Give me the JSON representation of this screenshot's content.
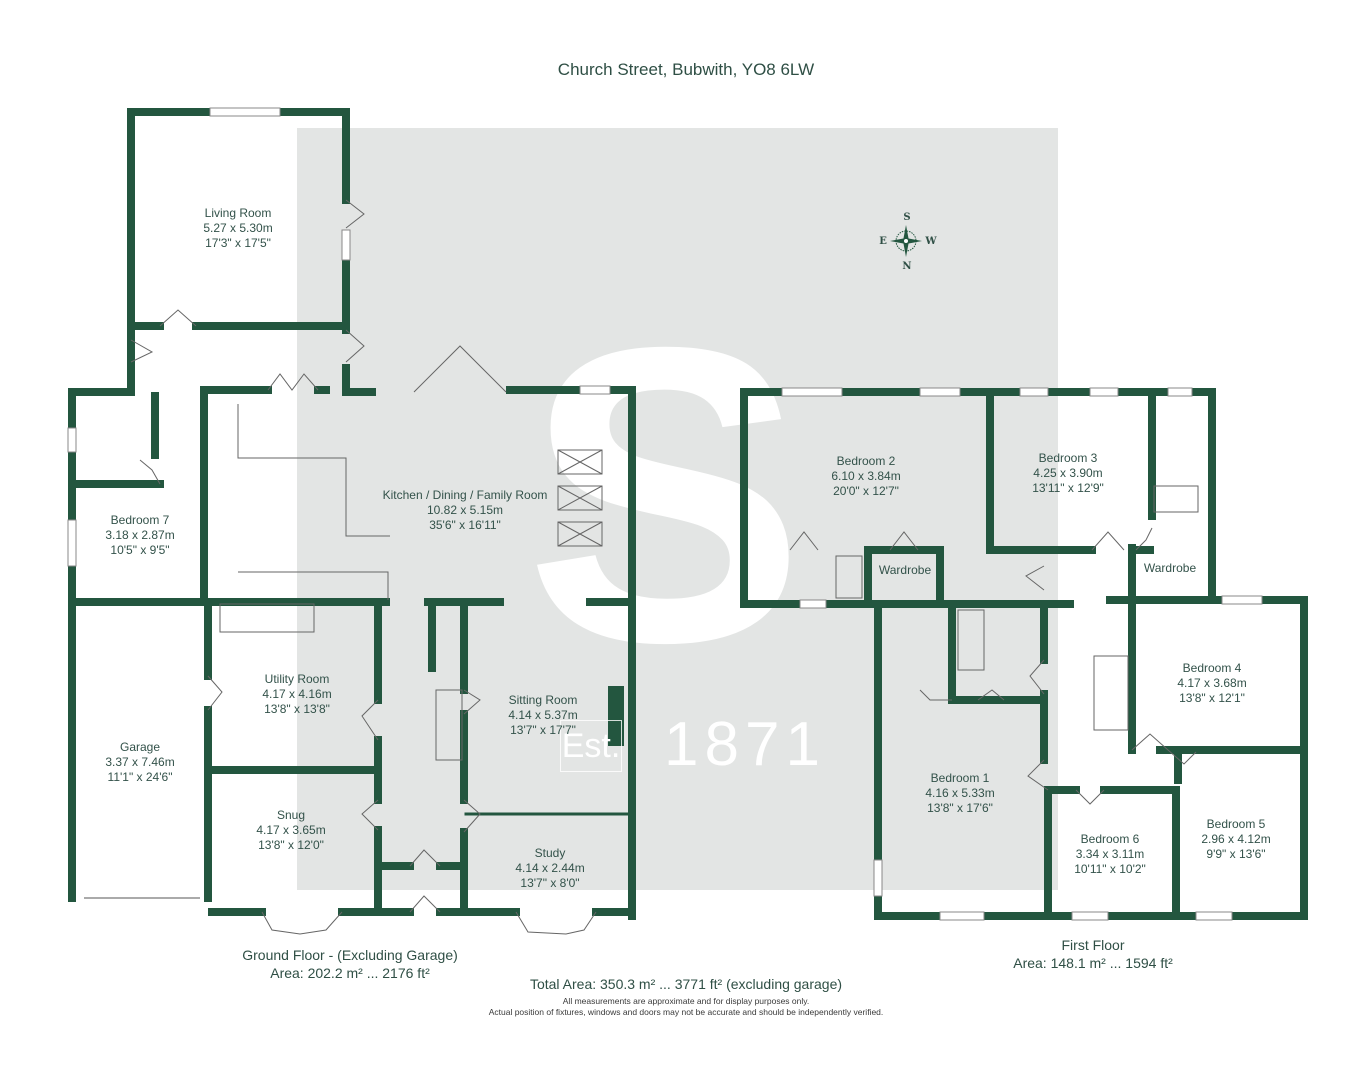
{
  "header": {
    "address": "Church Street, Bubwith, YO8 6LW"
  },
  "brand": {
    "logo_letter": "S",
    "est_label": "Est.",
    "est_year": "1871",
    "colors": {
      "wall": "#23563f",
      "watermark_bg": "#e3e5e4",
      "text": "#2f4f45"
    }
  },
  "compass": {
    "north": "N",
    "south": "S",
    "east": "E",
    "west": "W"
  },
  "ground_floor": {
    "label": "Ground Floor - (Excluding Garage)",
    "area": "Area: 202.2 m² ... 2176 ft²",
    "rooms": [
      {
        "name": "Living Room",
        "metric": "5.27 x 5.30m",
        "imperial": "17'3\" x 17'5\""
      },
      {
        "name": "Kitchen / Dining / Family Room",
        "metric": "10.82 x 5.15m",
        "imperial": "35'6\" x 16'11\""
      },
      {
        "name": "Bedroom 7",
        "metric": "3.18 x 2.87m",
        "imperial": "10'5\" x 9'5\""
      },
      {
        "name": "Utility Room",
        "metric": "4.17 x 4.16m",
        "imperial": "13'8\" x 13'8\""
      },
      {
        "name": "Garage",
        "metric": "3.37 x 7.46m",
        "imperial": "11'1\" x 24'6\""
      },
      {
        "name": "Snug",
        "metric": "4.17 x 3.65m",
        "imperial": "13'8\" x 12'0\""
      },
      {
        "name": "Sitting Room",
        "metric": "4.14 x 5.37m",
        "imperial": "13'7\" x 17'7\""
      },
      {
        "name": "Study",
        "metric": "4.14 x 2.44m",
        "imperial": "13'7\" x 8'0\""
      }
    ]
  },
  "first_floor": {
    "label": "First Floor",
    "area": "Area: 148.1 m² ... 1594 ft²",
    "rooms": [
      {
        "name": "Bedroom 2",
        "metric": "6.10 x 3.84m",
        "imperial": "20'0\" x 12'7\""
      },
      {
        "name": "Bedroom 3",
        "metric": "4.25 x 3.90m",
        "imperial": "13'11\" x 12'9\""
      },
      {
        "name": "Bedroom 4",
        "metric": "4.17 x 3.68m",
        "imperial": "13'8\" x 12'1\""
      },
      {
        "name": "Bedroom 1",
        "metric": "4.16 x 5.33m",
        "imperial": "13'8\" x 17'6\""
      },
      {
        "name": "Bedroom 6",
        "metric": "3.34 x 3.11m",
        "imperial": "10'11\" x 10'2\""
      },
      {
        "name": "Bedroom 5",
        "metric": "2.96 x 4.12m",
        "imperial": "9'9\" x 13'6\""
      }
    ],
    "wardrobes": [
      "Wardrobe",
      "Wardrobe"
    ]
  },
  "footer": {
    "total_area": "Total Area: 350.3 m² ... 3771 ft² (excluding garage)",
    "disclaimer_1": "All measurements are approximate and for display purposes only.",
    "disclaimer_2": "Actual position of fixtures, windows and doors may not be accurate and should be independently verified."
  }
}
